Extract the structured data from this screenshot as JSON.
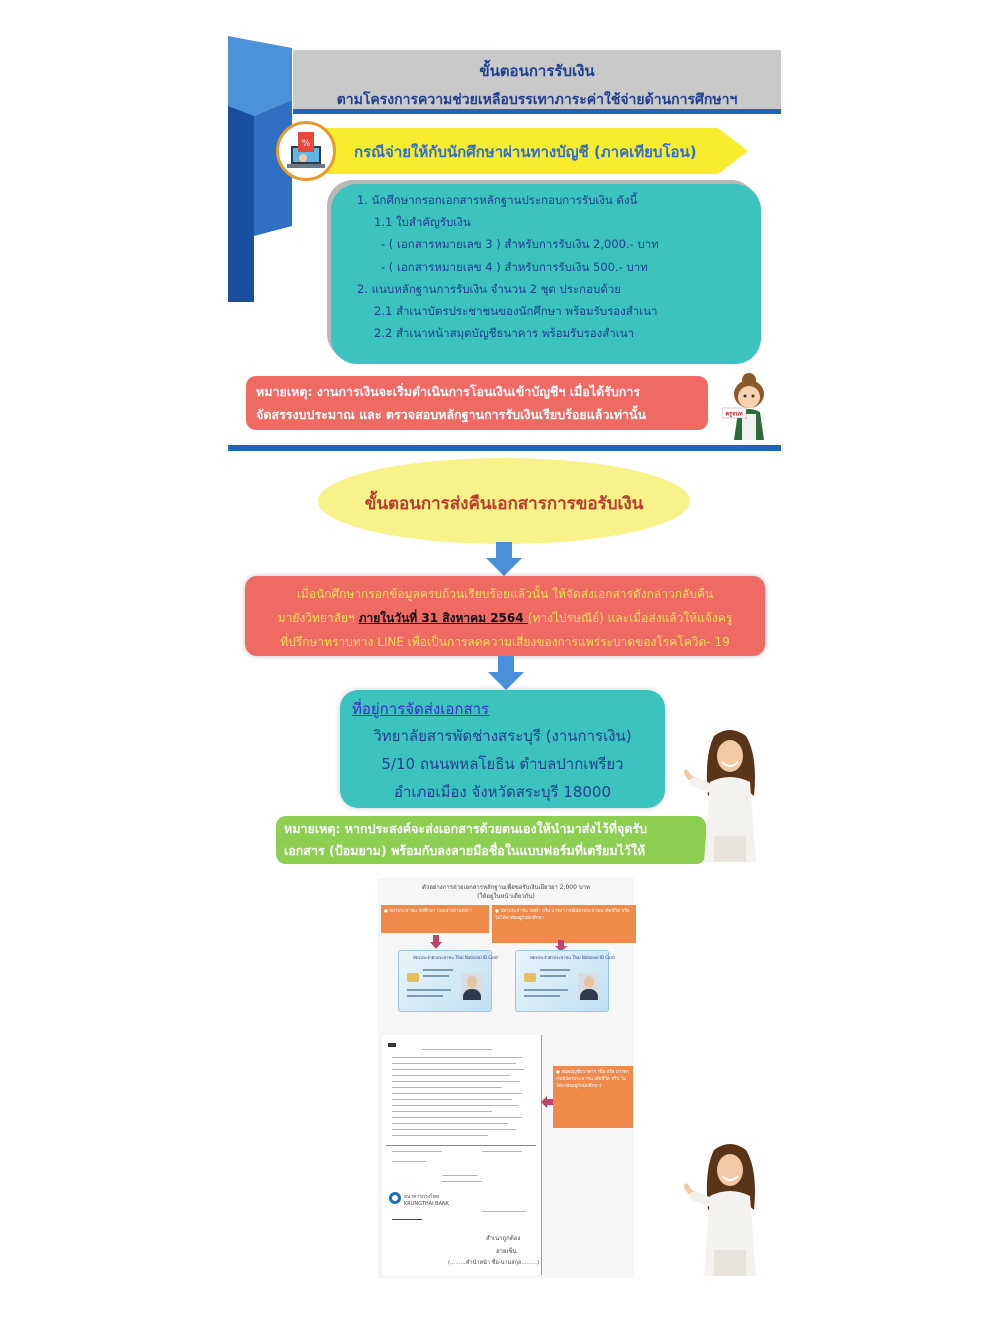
{
  "header": {
    "title": "ขั้นตอนการรับเงิน",
    "subtitle": "ตามโครงการความช่วยเหลือบรรเทาภาระค่าใช้จ่ายด้านการศึกษาฯ"
  },
  "banner": {
    "text": "กรณีจ่ายให้กับนักศึกษาผ่านทางบัญชี (ภาคเทียบโอน)"
  },
  "steps": {
    "lines": [
      "1. นักศึกษากรอกเอกสารหลักฐานประกอบการรับเงิน ดังนี้",
      "1.1 ใบสำคัญรับเงิน",
      "- ( เอกสารหมายเลข 3 )  สำหรับการรับเงิน 2,000.- บาท",
      "- ( เอกสารหมายเลข 4 )  สำหรับการรับเงิน    500.- บาท",
      "2. แนบหลักฐานการรับเงิน จำนวน 2 ชุด ประกอบด้วย",
      "2.1 สำเนาบัตรประชาชนของนักศึกษา  พร้อมรับรองสำเนา",
      "2.2 สำเนาหน้าสมุดบัญชีธนาคาร พร้อมรับรองสำเนา"
    ]
  },
  "note1": {
    "line1": "หมายเหตุ: งานการเงินจะเริ่มดำเนินการโอนเงินเข้าบัญชีฯ เมื่อได้รับการ",
    "line2": "จัดสรรงบประมาณ และ ตรวจสอบหลักฐานการรับเงินเรียบร้อยแล้วเท่านั้น"
  },
  "girl_sign": "ครูจนท",
  "return_section": {
    "title": "ขั้นตอนการส่งคืนเอกสารการขอรับเงิน"
  },
  "instructions": {
    "line1": "เมื่อนักศึกษากรอกข้อมูลครบถ้วนเรียบร้อยแล้วนั้น ให้จัดส่งเอกสารดังกล่าวกลับคืน",
    "line2_prefix": "มายังวิทยาลัยฯ ",
    "line2_emphasis": "ภายในวันที่ 31 สิงหาคม 2564 ",
    "line2_suffix": " (ทางไปรษณีย์) และเมื่อส่งแล้วให้แจ้งครู",
    "line3": "ที่ปรึกษาทราบทาง LINE  เพื่อเป็นการลดความเสี่ยงของการแพร่ระบาดของโรคโควิด- 19"
  },
  "address": {
    "heading": "ที่อยู่การจัดส่งเอกสาร",
    "line1": "วิทยาลัยสารพัดช่างสระบุรี (งานการเงิน)",
    "line2": "5/10  ถนนพหลโยธิน  ตำบลปากเพรียว",
    "line3": "อำเภอเมือง  จังหวัดสระบุรี  18000"
  },
  "note2": {
    "line1": "หมายเหตุ: หากประสงค์จะส่งเอกสารด้วยตนเองให้นำมาส่งไว้ที่จุดรับ",
    "line2": "เอกสาร (ป้อมยาม) พร้อมกับลงลายมือชื่อในแบบฟอร์มที่เตรียมไว้ให้"
  },
  "sample": {
    "title_line1": "ตัวอย่างการถ่ายเอกสารหลักฐานเพื่อขอรับเงินเยียวยา 2,000 บาท",
    "title_line2": "(ให้อยู่ในหน้าเดียวกัน)",
    "note_left": "● บัตรประชาชน นักศึกษา (เอกสารด้านหน้า)",
    "note_right": "● บัตรประชาชน จัดทำ หรือ มารดา กรณีบัตรประชาชน เสียชีวิต หรือ ไม่ได้อาศัยอยู่กับนักศึกษา",
    "note_bank": "● สมุดบัญชีธนาคาร (ชื่อ หรือ มารดา กรณีบัตรประชาชน เสียชีวิต หรือ ไม่ได้อาศัยอยู่กับนักศึกษา)",
    "card_title": "บัตรประจำตัวประชาชน Thai National ID Card",
    "bank_name_th": "ธนาคารกรุงไทย",
    "bank_name_en": "KRUNGTHAI BANK",
    "sign1": "สำเนาถูกต้อง",
    "sign2": "ลายเซ็น",
    "sign3": "(.........คำนำหน้า ชื่อ-นามสกุล.........)"
  },
  "colors": {
    "header_blue": "#1f66b8",
    "teal": "#3cc3c0",
    "coral": "#ef6a62",
    "banner_yellow": "#f7ec2e",
    "note_green": "#8ccf52",
    "ellipse_yellow": "#f7f38a",
    "arrow_blue": "#4a8fd9"
  },
  "icons": [
    "laptop-shopping-icon",
    "arrow-down-icon",
    "id-card-icon",
    "bank-logo-icon"
  ]
}
